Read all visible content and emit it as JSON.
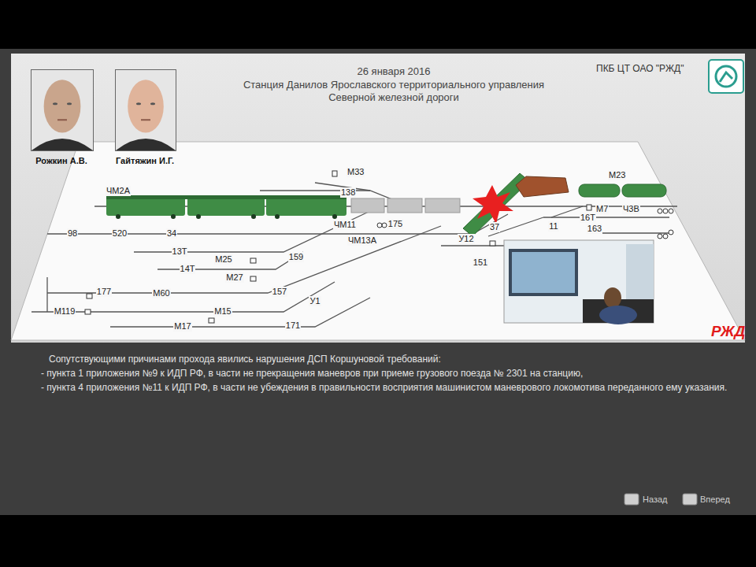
{
  "diagram": {
    "title": "26 января 2016",
    "nodes": [
      {
        "text": [
          "Рожкин А.В."
        ]
      },
      {
        "text": [
          "Гайтяжин И.Г."
        ]
      }
    ],
    "labels": [
      "Станция Данилов Ярославского территориального управления",
      "Северной железной дороги",
      "ПКБ ЦТ ОАО \"РЖД\"",
      "ЧМ2А",
      "М33",
      "138",
      "ЧМ11",
      "175",
      "ЧМ13А",
      "У12",
      "37",
      "М23",
      "М7",
      "Ч3В",
      "16Т",
      "11",
      "163",
      "151",
      "98",
      "520",
      "34",
      "13Т",
      "М25",
      "159",
      "14Т",
      "М27",
      "177",
      "М60",
      "157",
      "У1",
      "М119",
      "М15",
      "М17",
      "171",
      "РЖД",
      "Сопутствующими причинами прохода явились нарушения ДСП Коршуновой требований:",
      "- пункта 1 приложения №9 к ИДП РФ, в части не прекращения маневров при приеме грузового поезда № 2301 на станцию,",
      "- пункта 4 приложения №11 к ИДП РФ, в части не убеждения в правильности восприятия машинистом маневрового локомотива переданного ему указания.",
      "Назад",
      "Вперед"
    ]
  }
}
